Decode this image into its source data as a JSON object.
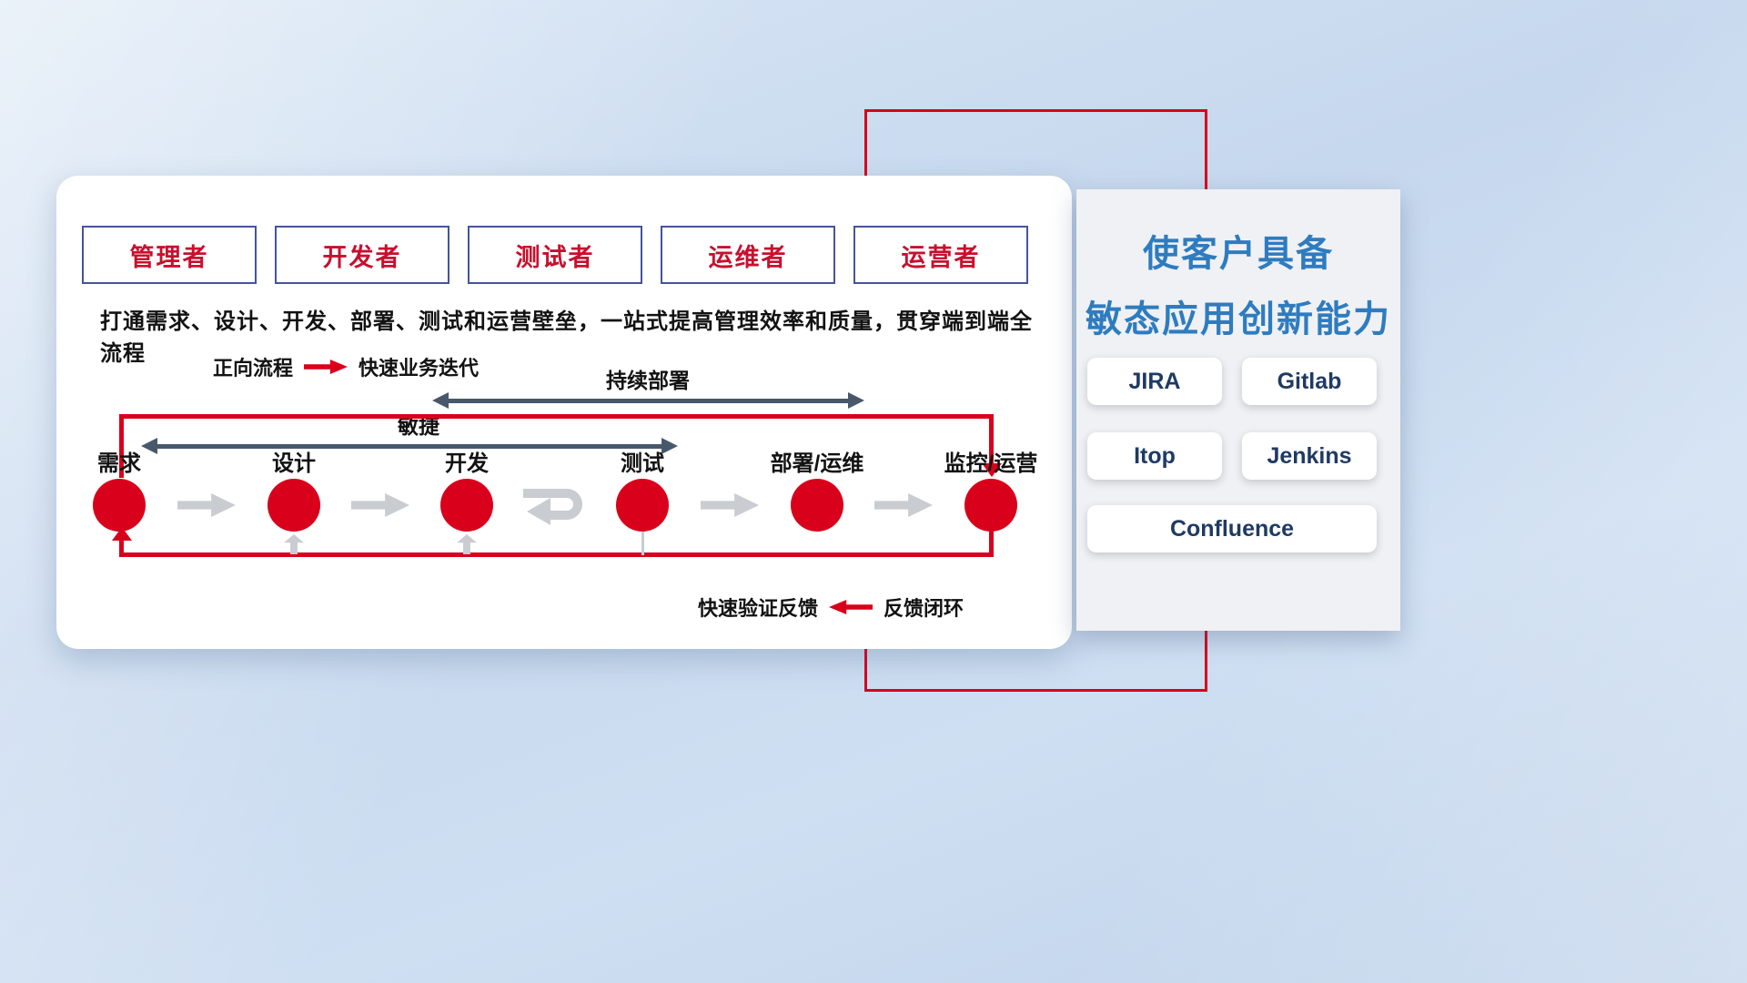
{
  "roles": [
    {
      "label": "管理者"
    },
    {
      "label": "开发者"
    },
    {
      "label": "测试者"
    },
    {
      "label": "运维者"
    },
    {
      "label": "运营者"
    }
  ],
  "description": "打通需求、设计、开发、部署、测试和运营壁垒，一站式提高管理效率和质量，贯穿端到端全流程",
  "forward_legend": {
    "label": "正向流程",
    "value": "快速业务迭代"
  },
  "feedback_legend": {
    "label": "快速验证反馈",
    "value": "反馈闭环"
  },
  "flow": {
    "nodes": [
      {
        "label": "需求"
      },
      {
        "label": "设计"
      },
      {
        "label": "开发"
      },
      {
        "label": "测试"
      },
      {
        "label": "部署/运维"
      },
      {
        "label": "监控/运营"
      }
    ],
    "agile_span_label": "敏捷",
    "cd_span_label": "持续部署"
  },
  "capability_panel": {
    "title_line1": "使客户具备",
    "title_line2": "敏态应用创新能力",
    "tools": [
      {
        "label": "JIRA"
      },
      {
        "label": "Gitlab"
      },
      {
        "label": "Itop"
      },
      {
        "label": "Jenkins"
      },
      {
        "label": "Confluence"
      }
    ]
  },
  "colors": {
    "accent_red": "#d9001b",
    "dark_arrow": "#47586b",
    "gray_arrow": "#c9ccd1",
    "title_blue": "#2e7cc0",
    "tool_text": "#1f3a63"
  }
}
